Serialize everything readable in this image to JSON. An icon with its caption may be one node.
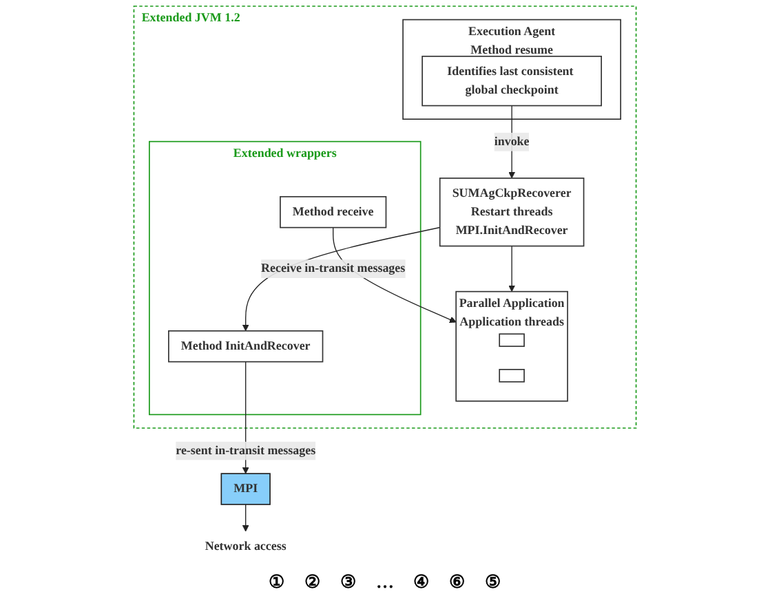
{
  "diagram": {
    "nodes": [
      {
        "text": [
          "Extended JVM 1.2"
        ]
      },
      {
        "text": [
          "Execution Agent",
          "Method resume"
        ],
        "in": 0
      },
      {
        "text": [
          "Identifies last consistent global checkpoint"
        ],
        "in": 1
      },
      {
        "text": [
          "SUMAgCkpRecoverer",
          "Restart threads",
          "MPI.InitAndRecover"
        ],
        "in": 0
      },
      {
        "text": [
          "Parallel Application",
          "Application threads"
        ],
        "in": 0
      },
      {
        "text": [],
        "shape": "box",
        "in": 4
      },
      {
        "text": [],
        "shape": "box",
        "in": 4
      },
      {
        "text": [
          "Extended wrappers"
        ],
        "in": 0
      },
      {
        "text": [
          "Method InitAndRecover"
        ],
        "in": 7
      },
      {
        "text": [
          "Method receive"
        ],
        "in": 7
      },
      {
        "text": [
          "MPI"
        ]
      },
      {
        "text": [
          "Network access"
        ]
      }
    ],
    "edges": [
      {
        "from": 2,
        "to": 3,
        "arrow": "to",
        "label": "invoke"
      },
      {
        "from": 3,
        "to": 4,
        "arrow": "to"
      },
      {
        "from": 3,
        "to": 8,
        "arrow": "to"
      },
      {
        "from": 8,
        "to": 10,
        "arrow": "to",
        "label": "re-sent in-transit messages"
      },
      {
        "from": 9,
        "to": 4,
        "arrow": "to",
        "label": "Receive in-transit messages"
      },
      {
        "from": 10,
        "to": 11,
        "arrow": "to"
      }
    ],
    "labels": [
      "①",
      "②",
      "③",
      "…",
      "④",
      "⑥",
      "⑤"
    ]
  }
}
